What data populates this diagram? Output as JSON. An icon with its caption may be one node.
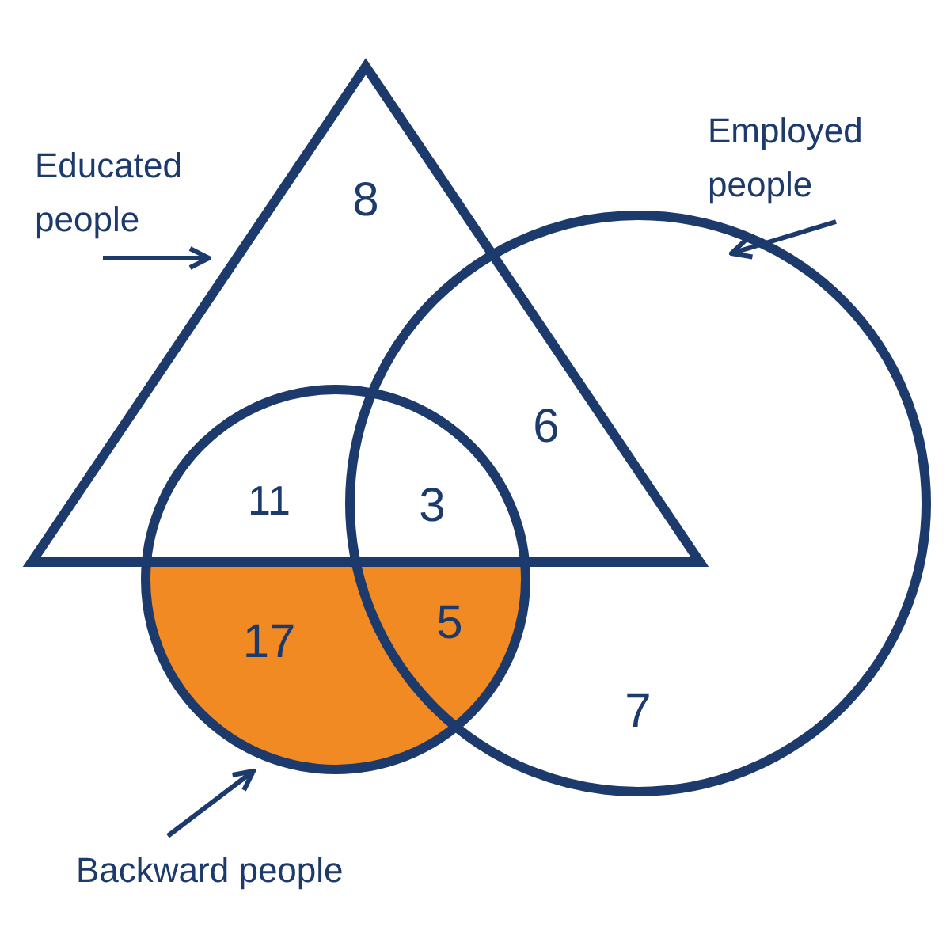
{
  "diagram": {
    "nodes": [
      {
        "text": [
          "Educated people"
        ]
      },
      {
        "text": [],
        "shape": "triangle"
      },
      {
        "text": [
          "Employed people"
        ]
      },
      {
        "text": [],
        "shape": "circle"
      },
      {
        "text": [
          "Backward people"
        ]
      },
      {
        "text": [],
        "shape": "circle"
      }
    ],
    "edges": [
      {
        "from": 0,
        "to": 1,
        "arrow": "to"
      },
      {
        "from": 2,
        "to": 3,
        "arrow": "to"
      },
      {
        "from": 4,
        "to": 5,
        "arrow": "to"
      }
    ],
    "labels": [
      "8",
      "6",
      "11",
      "3",
      "17",
      "5",
      "7"
    ]
  }
}
